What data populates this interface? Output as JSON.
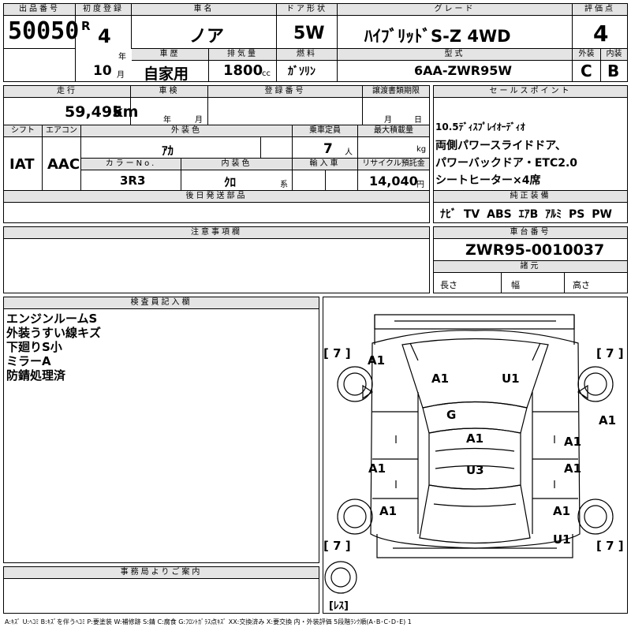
{
  "header": {
    "lot_label": "出品番号",
    "lot_number": "50050",
    "first_reg_label": "初度登録",
    "era": "R",
    "reg_year": "4",
    "year_unit": "年",
    "reg_month": "10",
    "month_unit": "月",
    "car_name_label": "車名",
    "car_name": "ノア",
    "history_label": "車歴",
    "history": "自家用",
    "displacement_label": "排気量",
    "displacement": "1800",
    "displacement_unit": "cc",
    "door_label": "ドア形状",
    "door": "5W",
    "fuel_label": "燃料",
    "fuel": "ｶﾞｿﾘﾝ",
    "grade_label": "グレード",
    "grade": "ﾊｲﾌﾞﾘｯﾄﾞS-Z 4WD",
    "model_label": "型式",
    "model": "6AA-ZWR95W",
    "score_label": "評価点",
    "score": "4",
    "ext_label": "外装",
    "ext": "C",
    "int_label": "内装",
    "int": "B"
  },
  "details": {
    "mileage_label": "走行",
    "mileage": "59,495",
    "mileage_unit": "km",
    "inspection_label": "車検",
    "insp_year_unit": "年",
    "insp_month_unit": "月",
    "reg_no_label": "登録番号",
    "transfer_label": "譲渡書類期限",
    "transfer_month_unit": "月",
    "transfer_day_unit": "日",
    "shift_label": "シフト",
    "shift": "IAT",
    "ac_label": "エアコン",
    "ac": "AAC",
    "exterior_color_label": "外装色",
    "exterior_color": "ｱｶ",
    "capacity_label": "乗車定員",
    "capacity": "7",
    "capacity_unit": "人",
    "max_load_label": "最大積載量",
    "max_load_unit": "kg",
    "color_no_label": "カラーNo.",
    "color_no": "3R3",
    "interior_color_label": "内装色",
    "interior_color": "ｸﾛ",
    "interior_color_unit": "系",
    "import_label": "輸入車",
    "recycle_label": "リサイクル預託金",
    "recycle": "14,040",
    "recycle_unit": "円",
    "later_parts_label": "後日発送部品"
  },
  "sales_points": {
    "label": "セールスポイント",
    "lines": [
      "10.5ﾃﾞｨｽﾌﾟﾚｲｵｰﾃﾞｨｵ",
      "両側パワースライドドア、",
      "パワーバックドア・ETC2.0",
      "シートヒーター×4席"
    ]
  },
  "equipment": {
    "label": "純正装備",
    "items": [
      "ﾅﾋﾞ",
      "TV",
      "ABS",
      "ｴｱB",
      "ｱﾙﾐ",
      "PS",
      "PW"
    ]
  },
  "notes": {
    "label": "注意事項欄"
  },
  "chassis": {
    "label": "車台番号",
    "number": "ZWR95-0010037",
    "specs_label": "諸元",
    "length_label": "長さ",
    "width_label": "幅",
    "height_label": "高さ"
  },
  "inspector": {
    "label": "検査員記入欄",
    "lines": [
      "エンジンルームS",
      "外装うすい線キズ",
      "下廻りS小",
      "ミラーA",
      "防錆処理済"
    ]
  },
  "office": {
    "label": "事務局よりご案内"
  },
  "diagram": {
    "tire_fl": "[ 7 ]",
    "tire_fr": "[ 7 ]",
    "tire_rl": "[ 7 ]",
    "tire_rr": "[ 7 ]",
    "spare": "[ﾚｽ]",
    "damage": {
      "left_mirror": "A1",
      "hood_left": "A1",
      "hood_right": "U1",
      "right_fender": "A1",
      "windshield": "G",
      "roof_front": "A1",
      "right_front_door": "A1",
      "left_rear_door": "A1",
      "roof_rear": "U3",
      "right_rear_door": "A1",
      "left_quarter": "A1",
      "right_quarter": "A1",
      "rear_bumper": "U1"
    }
  },
  "legend": "A:ｷｽﾞ U:ﾍｺﾐ B:ｷｽﾞを伴うﾍｺﾐ P:要塗装 W:補修跡 S:錆 C:腐食 G:ﾌﾛﾝﾄｶﾞﾗｽ点ｷｽﾞ XX:交換済み X:要交換 内・外装評価 5段階ﾗﾝｸ順(A･B･C･D･E) 1"
}
